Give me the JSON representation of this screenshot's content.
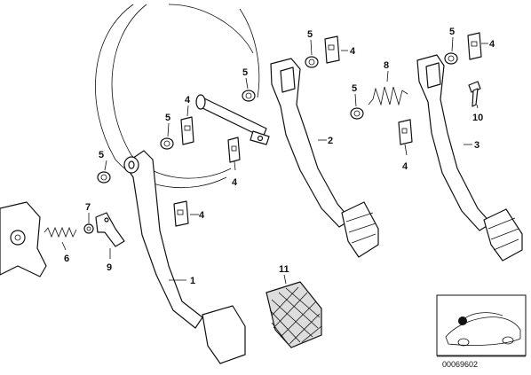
{
  "diagram": {
    "reference_number": "00069602",
    "callouts": {
      "c1": "1",
      "c2": "2",
      "c3": "3",
      "c4a": "4",
      "c4b": "4",
      "c4c": "4",
      "c4d": "4",
      "c4e": "4",
      "c4f": "4",
      "c5a": "5",
      "c5b": "5",
      "c5c": "5",
      "c5d": "5",
      "c5e": "5",
      "c5f": "5",
      "c6": "6",
      "c7": "7",
      "c8": "8",
      "c9": "9",
      "c10": "10",
      "c11": "11"
    }
  }
}
